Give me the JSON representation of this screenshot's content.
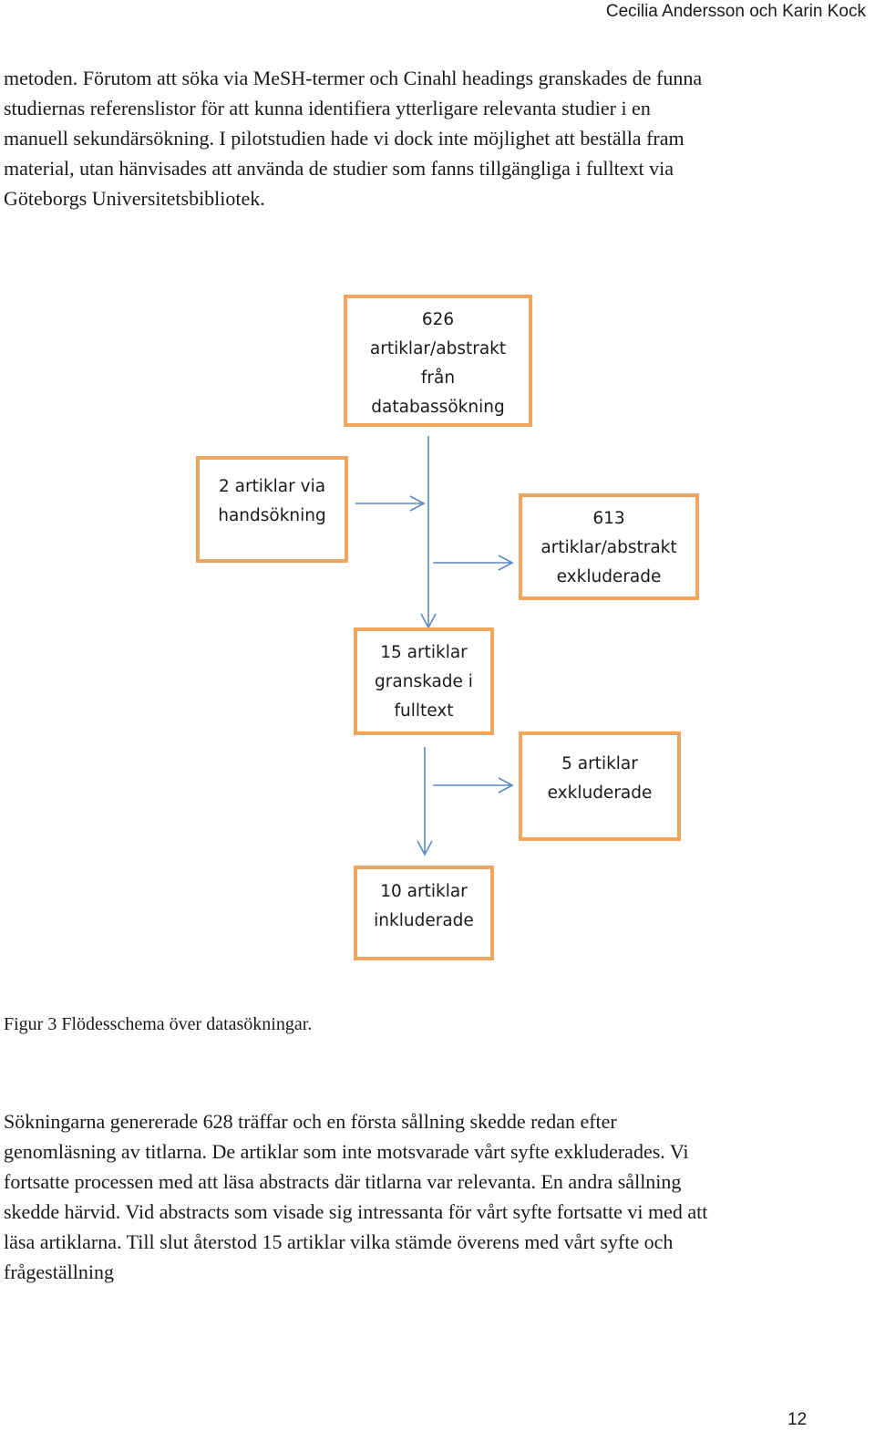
{
  "header": {
    "authors": "Cecilia Andersson och Karin Kock"
  },
  "paragraph_1": {
    "lines": [
      "metoden. Förutom att söka via MeSH-termer och Cinahl headings granskades de funna",
      "studiernas referenslistor för att kunna identifiera ytterligare relevanta studier i en",
      "manuell sekundärsökning. I pilotstudien hade vi dock inte möjlighet att beställa fram",
      "material, utan hänvisades att använda de studier som fanns tillgängliga i fulltext via",
      "Göteborgs Universitetsbibliotek."
    ]
  },
  "flowchart": {
    "box_626": [
      "626",
      "artiklar/abstrakt",
      "från",
      "databassökning"
    ],
    "box_2": [
      "2 artiklar via",
      "handsökning"
    ],
    "box_613": [
      "613",
      "artiklar/abstrakt",
      "exkluderade"
    ],
    "box_15": [
      "15 artiklar",
      "granskade i",
      "fulltext"
    ],
    "box_5": [
      "5 artiklar",
      "exkluderade"
    ],
    "box_10": [
      "10 artiklar",
      "inkluderade"
    ],
    "box_border_color": "#f0a45c",
    "arrow_color": "#5b8ac4"
  },
  "caption": "Figur 3 Flödesschema över datasökningar.",
  "paragraph_2": {
    "lines": [
      "Sökningarna genererade 628 träffar och en första sållning skedde redan efter",
      "genomläsning av titlarna. De artiklar som inte motsvarade vårt syfte exkluderades. Vi",
      "fortsatte processen med att läsa abstracts där titlarna var relevanta. En andra sållning",
      "skedde härvid. Vid abstracts som visade sig intressanta för vårt syfte fortsatte vi med att",
      "läsa artiklarna. Till slut återstod 15 artiklar vilka stämde överens med vårt syfte och",
      "frågeställning"
    ]
  },
  "page_number": "12"
}
